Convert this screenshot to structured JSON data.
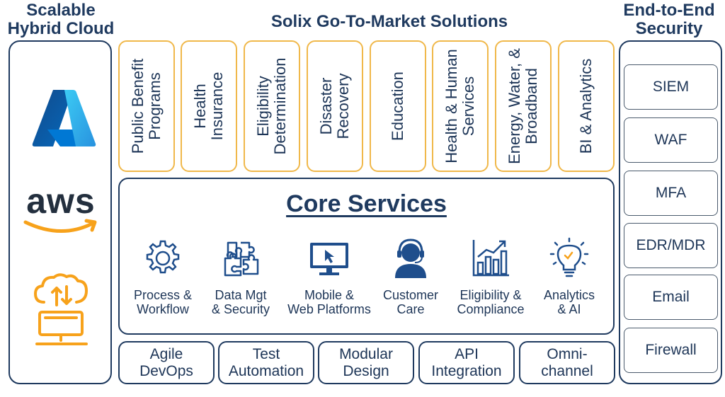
{
  "headers": {
    "left": "Scalable Hybrid Cloud",
    "middle": "Solix Go-To-Market Solutions",
    "right": "End-to-End Security"
  },
  "cloud": {
    "providers": [
      "azure-logo",
      "aws-logo",
      "hybrid-cloud-icon"
    ],
    "aws_text": "aws"
  },
  "gtm": [
    "Public Benefit Programs",
    "Health Insurance",
    "Eligibility Determination",
    "Disaster Recovery",
    "Education",
    "Health & Human Services",
    "Energy, Water, & Broadband",
    "BI & Analytics"
  ],
  "core": {
    "title": "Core Services",
    "services": [
      {
        "label": "Process & Workflow",
        "icon": "gear-icon"
      },
      {
        "label": "Data Mgt & Security",
        "icon": "puzzle-icon"
      },
      {
        "label": "Mobile & Web Platforms",
        "icon": "monitor-cursor-icon"
      },
      {
        "label": "Customer Care",
        "icon": "headset-agent-icon"
      },
      {
        "label": "Eligibility & Compliance",
        "icon": "bar-chart-icon"
      },
      {
        "label": "Analytics & AI",
        "icon": "lightbulb-icon"
      }
    ]
  },
  "bottom": [
    "Agile DevOps",
    "Test Automation",
    "Modular Design",
    "API Integration",
    "Omni-channel"
  ],
  "security": [
    "SIEM",
    "WAF",
    "MFA",
    "EDR/MDR",
    "Email",
    "Firewall"
  ],
  "colors": {
    "navy": "#1f3a5f",
    "gold": "#f0b84a",
    "azure": "#1a8fe0",
    "aws_orange": "#f7a21b"
  }
}
